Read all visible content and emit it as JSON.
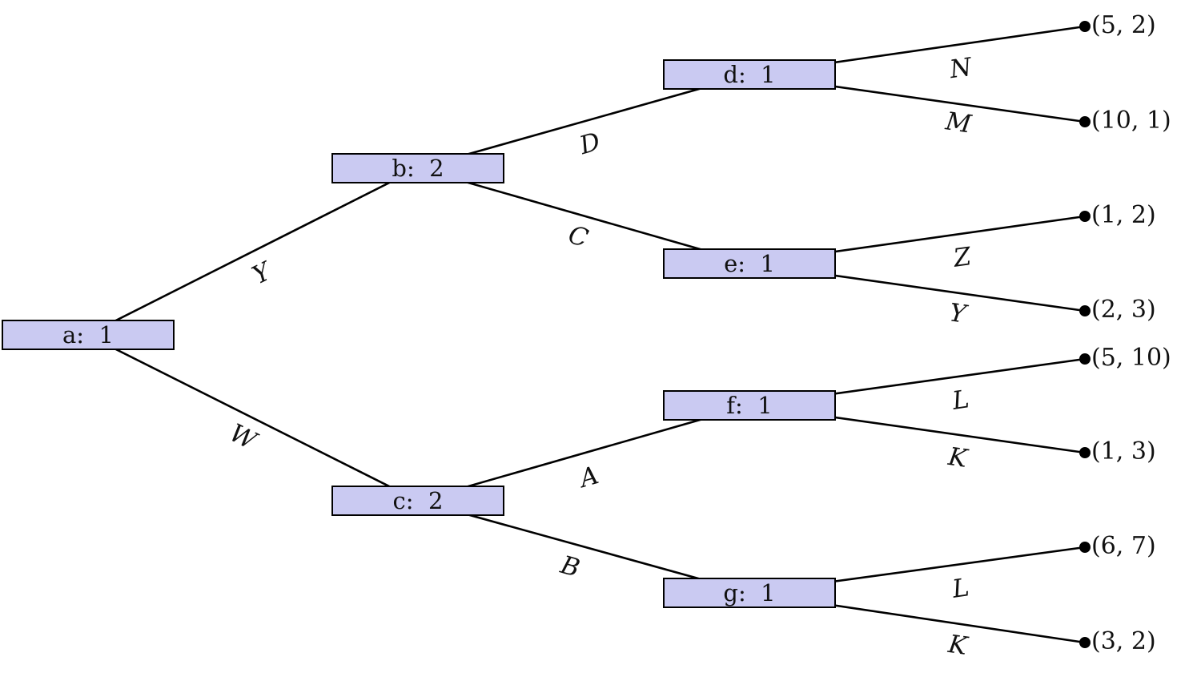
{
  "diagram_type": "extensive-form game tree",
  "colors": {
    "node_fill": "#cacaf2",
    "node_border": "#000000",
    "edge": "#000000",
    "background": "#ffffff"
  },
  "nodes": {
    "a": {
      "label": "a:  1",
      "player": "1"
    },
    "b": {
      "label": "b:  2",
      "player": "2"
    },
    "c": {
      "label": "c:  2",
      "player": "2"
    },
    "d": {
      "label": "d:  1",
      "player": "1"
    },
    "e": {
      "label": "e:  1",
      "player": "1"
    },
    "f": {
      "label": "f:  1",
      "player": "1"
    },
    "g": {
      "label": "g:  1",
      "player": "1"
    }
  },
  "edge_labels": {
    "a_b": "Y",
    "a_c": "W",
    "b_d": "D",
    "b_e": "C",
    "c_f": "A",
    "c_g": "B",
    "d_leaf1": "N",
    "d_leaf2": "M",
    "e_leaf3": "Z",
    "e_leaf4": "Y",
    "f_leaf5": "L",
    "f_leaf6": "K",
    "g_leaf7": "L",
    "g_leaf8": "K"
  },
  "leaves": {
    "leaf1": "(5, 2)",
    "leaf2": "(10, 1)",
    "leaf3": "(1, 2)",
    "leaf4": "(2, 3)",
    "leaf5": "(5, 10)",
    "leaf6": "(1, 3)",
    "leaf7": "(6, 7)",
    "leaf8": "(3, 2)"
  }
}
